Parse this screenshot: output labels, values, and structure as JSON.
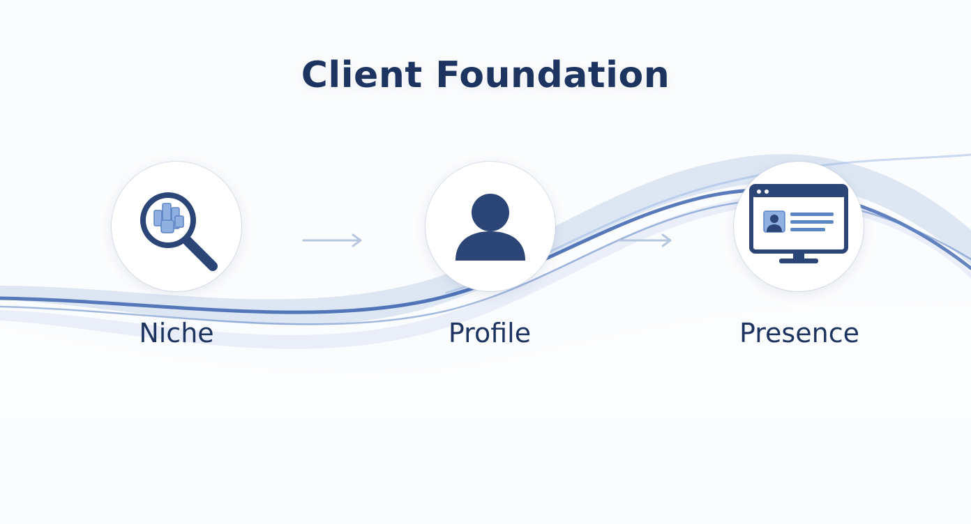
{
  "title": "Client Foundation",
  "steps": [
    {
      "label": "Niche",
      "icon": "magnifier-icon"
    },
    {
      "label": "Profile",
      "icon": "user-icon"
    },
    {
      "label": "Presence",
      "icon": "monitor-profile-icon"
    }
  ],
  "colors": {
    "primary": "#2b4576",
    "accent": "#5b84c4",
    "light": "#8fb0e0",
    "text": "#1d3461"
  }
}
